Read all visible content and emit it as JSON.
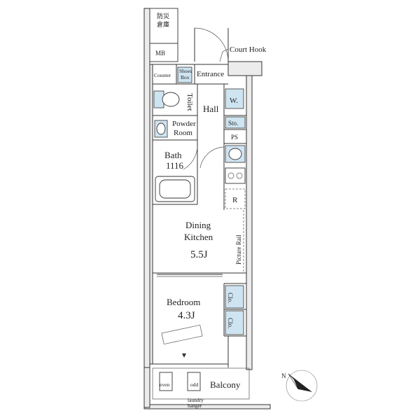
{
  "rooms": {
    "storage_top": "防災\n倉庫",
    "mb": "MB",
    "counter": "Counter",
    "shoes_box": "Shoes\nBox",
    "entrance": "Entrance",
    "court_hook": "Court Hook",
    "toilet": "Toilet",
    "hall": "Hall",
    "washer": "W.",
    "storage": "Sto.",
    "ps": "PS",
    "powder_room": [
      "Powder",
      "Room"
    ],
    "bath": [
      "Bath",
      "1116"
    ],
    "refrigerator": "R",
    "picture_rail": "Picture Rail",
    "dining_kitchen": [
      "Dining",
      "Kitchen",
      "5.5J"
    ],
    "bedroom": [
      "Bedroom",
      "4.3J"
    ],
    "closet_1": "Clo.",
    "closet_2": "Clo.",
    "balcony": "Balcony",
    "even": "even",
    "odd": "odd",
    "laundry_hanger": [
      "laundry",
      "hanger"
    ]
  },
  "compass": {
    "label": "N"
  }
}
